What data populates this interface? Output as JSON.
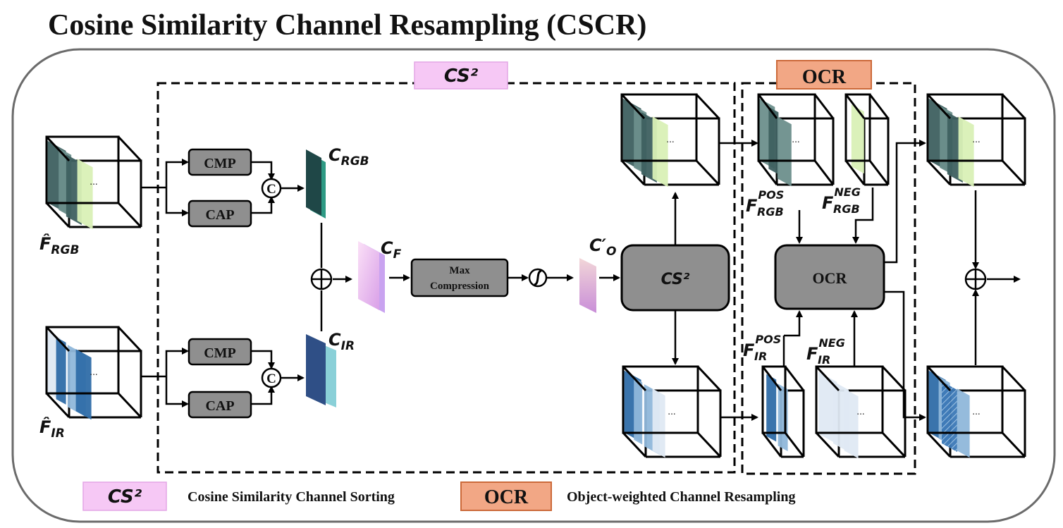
{
  "title": "Cosine Similarity Channel Resampling (CSCR)",
  "regions": {
    "cs2_tag": "CS²",
    "ocr_tag": "OCR"
  },
  "blocks": {
    "cmp": "CMP",
    "cap": "CAP",
    "concat": "C",
    "max_compression_line1": "Max",
    "max_compression_line2": "Compression",
    "cs2_module": "CS²",
    "ocr_module": "OCR",
    "ellipsis": "..."
  },
  "labels": {
    "f_rgb": {
      "base": "F̂",
      "sub": "RGB"
    },
    "f_ir": {
      "base": "F̂",
      "sub": "IR"
    },
    "c_rgb": {
      "base": "C",
      "sub": "RGB"
    },
    "c_ir": {
      "base": "C",
      "sub": "IR"
    },
    "c_f": {
      "base": "C",
      "sub": "F"
    },
    "c_o": {
      "base": "C′",
      "sub": "O"
    },
    "f_rgb_pos": {
      "base": "F",
      "sub": "RGB",
      "sup": "POS"
    },
    "f_rgb_neg": {
      "base": "F",
      "sub": "RGB",
      "sup": "NEG"
    },
    "f_ir_pos": {
      "base": "F",
      "sub": "IR",
      "sup": "POS"
    },
    "f_ir_neg": {
      "base": "F",
      "sub": "IR",
      "sup": "NEG"
    }
  },
  "legend": {
    "cs2_key": "CS²",
    "cs2_text": "Cosine Similarity Channel Sorting",
    "ocr_key": "OCR",
    "ocr_text": "Object-weighted Channel Resampling"
  },
  "colors": {
    "cs2_tag_fill": "#f6c8f5",
    "ocr_tag_fill": "#f2a785",
    "block_gray": "#8f8f8f",
    "rgb_dark": "#3e6060",
    "rgb_mid": "#6d8f8c",
    "rgb_light": "#d9f0b6",
    "ir_dark": "#2f6da8",
    "ir_mid": "#8fb7da",
    "ir_light": "#dfe9f3"
  }
}
